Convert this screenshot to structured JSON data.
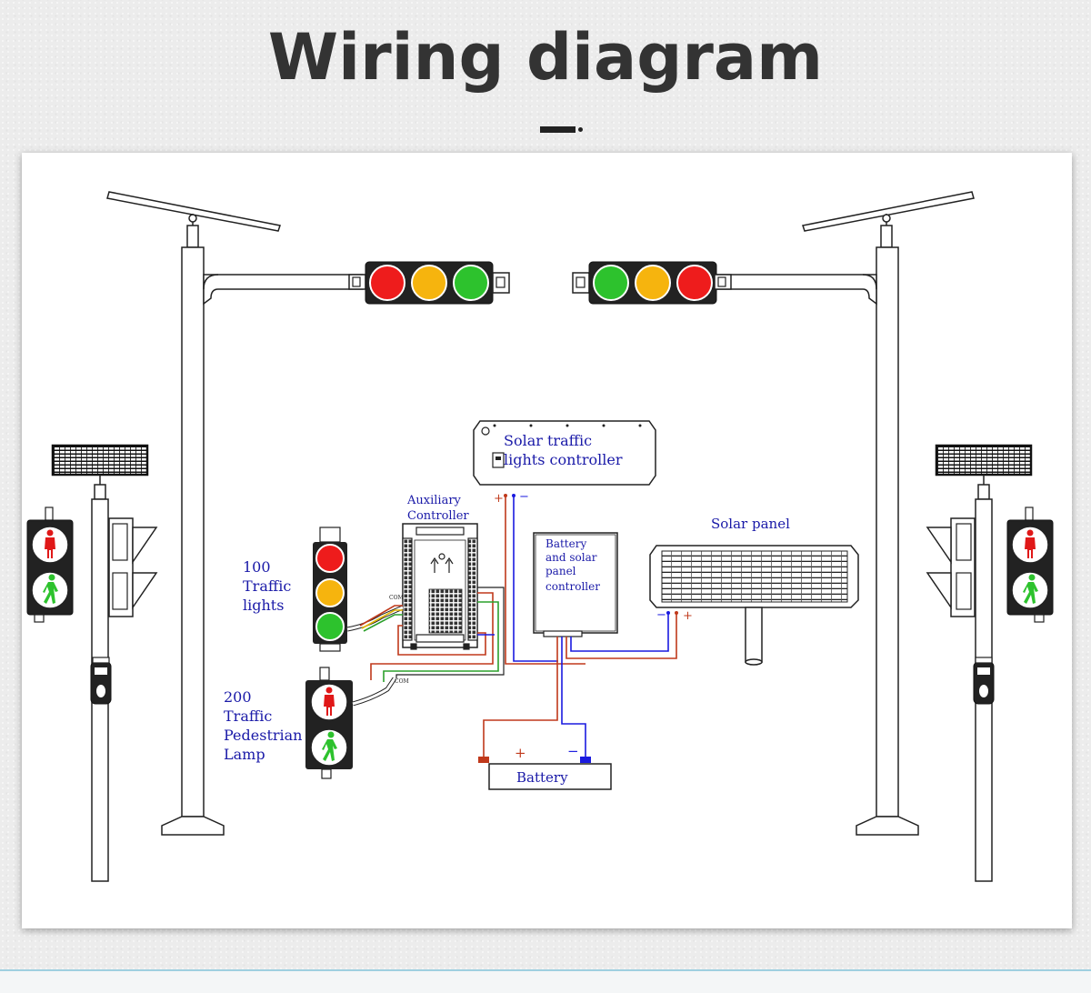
{
  "page": {
    "title": "Wiring diagram"
  },
  "diagram": {
    "labels": {
      "solar_controller_line1": "Solar traffic",
      "solar_controller_line2": "lights controller",
      "aux_line1": "Auxiliary",
      "aux_line2": "Controller",
      "tl100_line1": "100",
      "tl100_line2": "Traffic",
      "tl100_line3": "lights",
      "ped200_line1": "200",
      "ped200_line2": "Traffic",
      "ped200_line3": "Pedestrian",
      "ped200_line4": "Lamp",
      "bsp_line1": "Battery",
      "bsp_line2": "and solar",
      "bsp_line3": "panel",
      "bsp_line4": "controller",
      "solar_panel": "Solar panel",
      "battery": "Battery",
      "plus": "+",
      "minus": "−",
      "com": "COM"
    },
    "colors": {
      "red_light": "#ee1c1c",
      "yellow_light": "#f6b40e",
      "green_light": "#2dc22d",
      "wire_red": "#c0391b",
      "wire_blue": "#1a1adf",
      "wire_green": "#2ca02c",
      "wire_yellow": "#e0b400",
      "label_blue": "#1a1aa8"
    }
  }
}
